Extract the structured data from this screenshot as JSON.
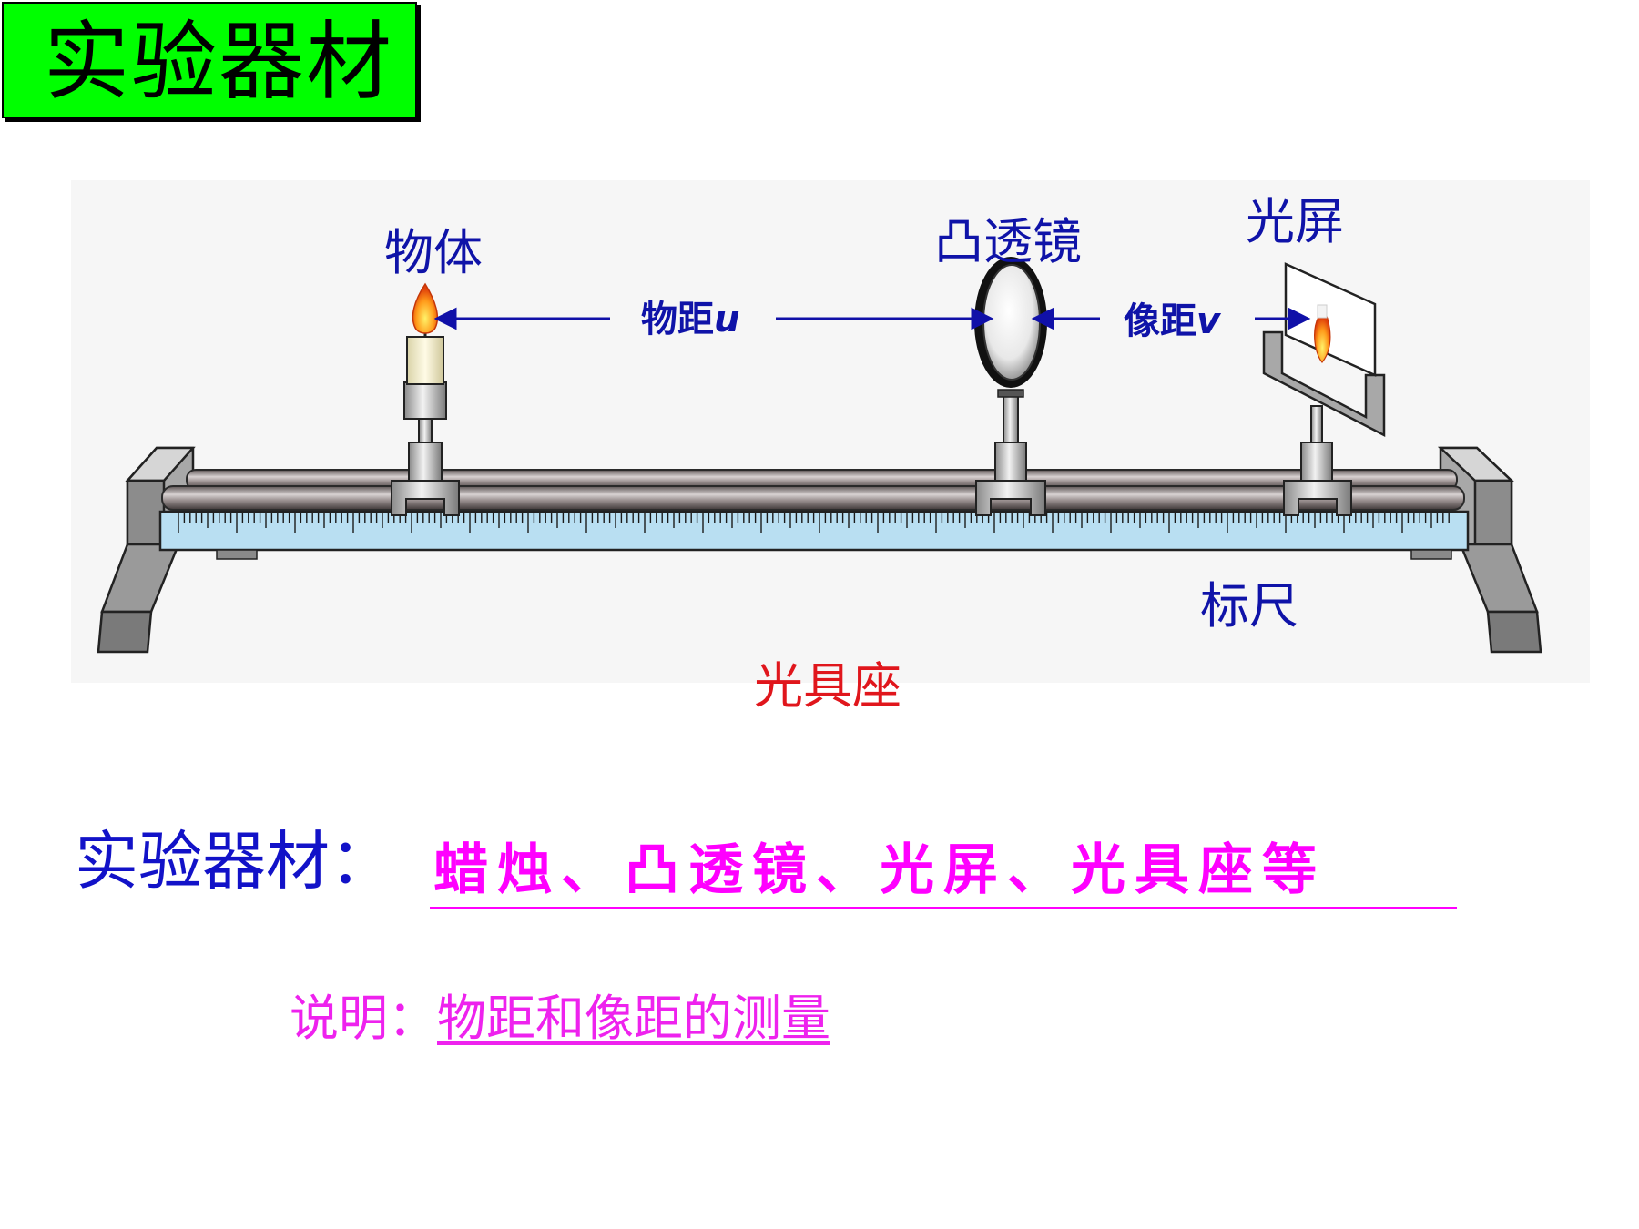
{
  "title": "实验器材",
  "diagram": {
    "object_label": "物体",
    "lens_label": "凸透镜",
    "screen_label": "光屏",
    "u_label": "物距",
    "u_var": "u",
    "v_label": "像距",
    "v_var": "v",
    "ruler_label": "标尺",
    "bench_label": "光具座"
  },
  "materials": {
    "label": "实验器材：",
    "answer": "蜡烛、凸透镜、光屏、光具座等"
  },
  "note": {
    "prefix": "说明：",
    "text": "物距和像距的测量"
  },
  "colors": {
    "title_bg": "#00ff00",
    "label_blue": "#0f13a8",
    "bench_red": "#e0161c",
    "answer_magenta": "#ff00ff",
    "note_magenta": "#ee22ee"
  }
}
